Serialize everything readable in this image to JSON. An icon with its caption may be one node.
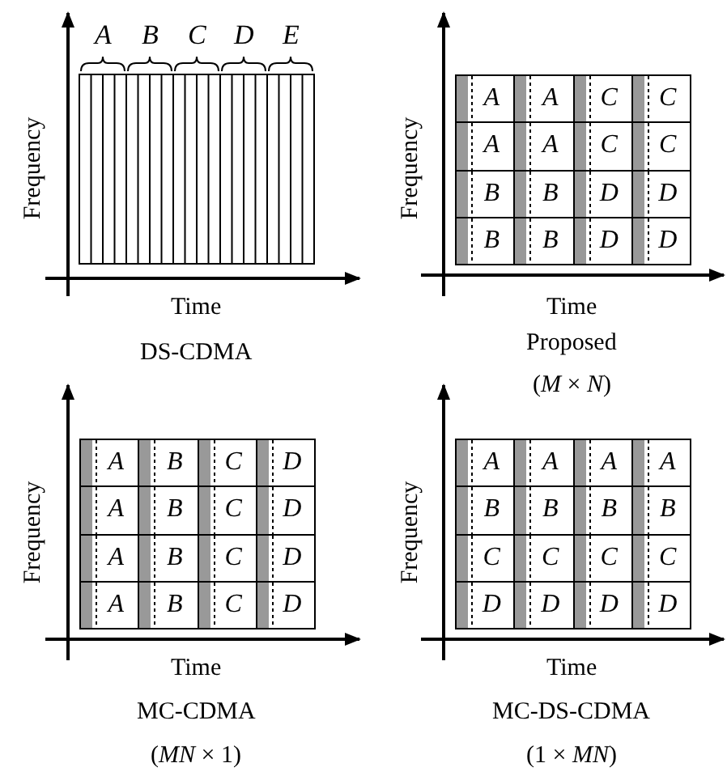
{
  "diagram": {
    "nodes": [
      {
        "text": [
          "A"
        ]
      },
      {
        "text": [
          "A"
        ]
      },
      {
        "text": [
          "C"
        ]
      },
      {
        "text": [
          "C"
        ]
      },
      {
        "text": [
          "A"
        ]
      },
      {
        "text": [
          "A"
        ]
      },
      {
        "text": [
          "C"
        ]
      },
      {
        "text": [
          "C"
        ]
      },
      {
        "text": [
          "B"
        ]
      },
      {
        "text": [
          "B"
        ]
      },
      {
        "text": [
          "D"
        ]
      },
      {
        "text": [
          "D"
        ]
      },
      {
        "text": [
          "B"
        ]
      },
      {
        "text": [
          "B"
        ]
      },
      {
        "text": [
          "D"
        ]
      },
      {
        "text": [
          "D"
        ]
      },
      {
        "text": [
          "A"
        ]
      },
      {
        "text": [
          "B"
        ]
      },
      {
        "text": [
          "C"
        ]
      },
      {
        "text": [
          "D"
        ]
      },
      {
        "text": [
          "A"
        ]
      },
      {
        "text": [
          "B"
        ]
      },
      {
        "text": [
          "C"
        ]
      },
      {
        "text": [
          "D"
        ]
      },
      {
        "text": [
          "A"
        ]
      },
      {
        "text": [
          "B"
        ]
      },
      {
        "text": [
          "C"
        ]
      },
      {
        "text": [
          "D"
        ]
      },
      {
        "text": [
          "A"
        ]
      },
      {
        "text": [
          "B"
        ]
      },
      {
        "text": [
          "C"
        ]
      },
      {
        "text": [
          "D"
        ]
      },
      {
        "text": [
          "A"
        ]
      },
      {
        "text": [
          "A"
        ]
      },
      {
        "text": [
          "A"
        ]
      },
      {
        "text": [
          "A"
        ]
      },
      {
        "text": [
          "B"
        ]
      },
      {
        "text": [
          "B"
        ]
      },
      {
        "text": [
          "B"
        ]
      },
      {
        "text": [
          "B"
        ]
      },
      {
        "text": [
          "C"
        ]
      },
      {
        "text": [
          "C"
        ]
      },
      {
        "text": [
          "C"
        ]
      },
      {
        "text": [
          "C"
        ]
      },
      {
        "text": [
          "D"
        ]
      },
      {
        "text": [
          "D"
        ]
      },
      {
        "text": [
          "D"
        ]
      },
      {
        "text": [
          "D"
        ]
      }
    ],
    "labels": [
      "A",
      "B",
      "C",
      "D",
      "E",
      "Frequency",
      "Time",
      "DS-CDMA",
      "Frequency",
      "Time",
      "Proposed",
      "(*M* × *N*)",
      "Frequency",
      "Time",
      "MC-CDMA",
      "(*MN* × 1)",
      "Frequency",
      "Time",
      "MC-DS-CDMA",
      "(1 × *MN*)"
    ]
  }
}
